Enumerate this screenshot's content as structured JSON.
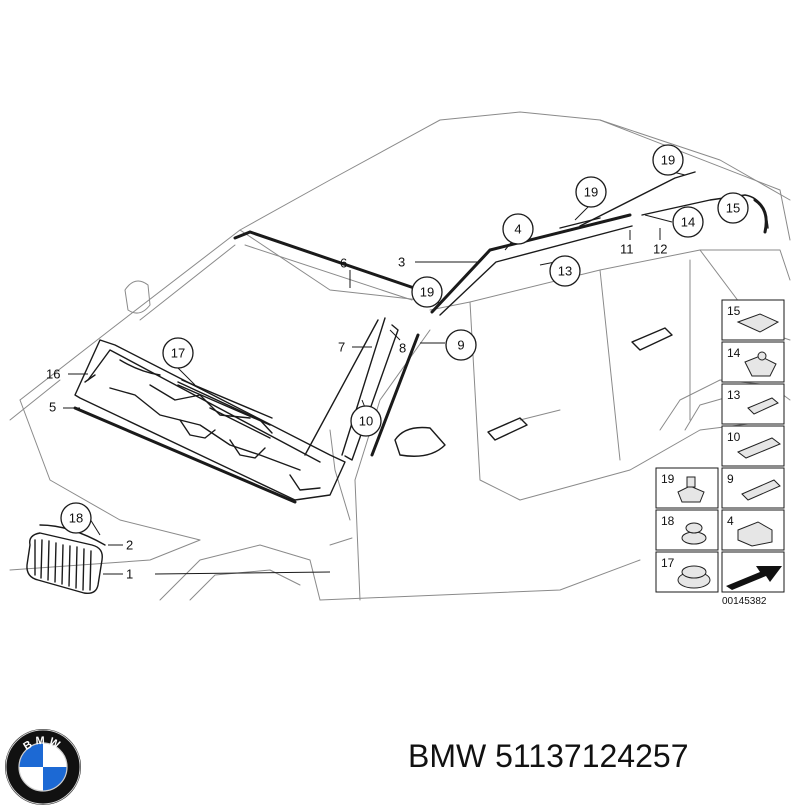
{
  "callouts": [
    {
      "num": "19"
    },
    {
      "num": "19"
    },
    {
      "num": "4"
    },
    {
      "num": "14"
    },
    {
      "num": "15"
    },
    {
      "num": "13"
    },
    {
      "num": "19"
    },
    {
      "num": "9"
    },
    {
      "num": "17"
    },
    {
      "num": "10"
    },
    {
      "num": "18"
    }
  ],
  "labels": [
    {
      "num": "6"
    },
    {
      "num": "3"
    },
    {
      "num": "11"
    },
    {
      "num": "12"
    },
    {
      "num": "7"
    },
    {
      "num": "8"
    },
    {
      "num": "16"
    },
    {
      "num": "5"
    },
    {
      "num": "2"
    },
    {
      "num": "1"
    }
  ],
  "inset": {
    "right_column": [
      "15",
      "14",
      "13",
      "10",
      "9",
      "4"
    ],
    "left_column": [
      "19",
      "18",
      "17"
    ],
    "diagram_code": "00145382"
  },
  "brand": "BMW",
  "part_number": "51137124257",
  "logo_text": "BMW",
  "colors": {
    "logo_blue": "#1c69d4",
    "logo_ring": "#111111"
  }
}
